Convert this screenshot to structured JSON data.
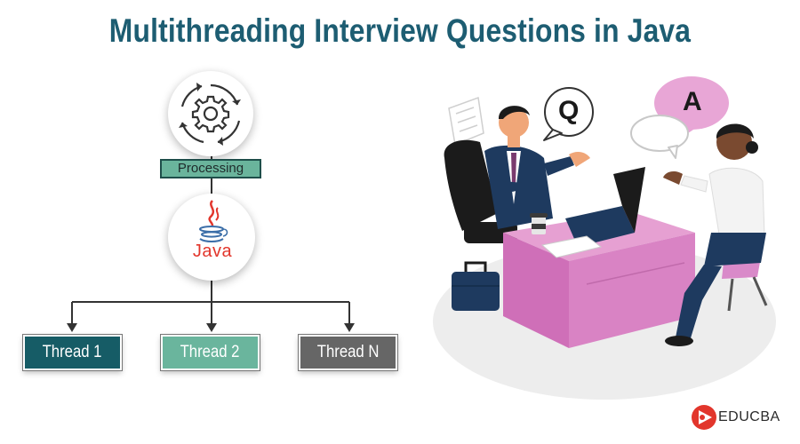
{
  "title": "Multithreading Interview Questions in Java",
  "diagram": {
    "processing_label": "Processing",
    "java_label": "Java",
    "threads": [
      {
        "label": "Thread 1",
        "color": "#165c66"
      },
      {
        "label": "Thread 2",
        "color": "#6ab59d"
      },
      {
        "label": "Thread N",
        "color": "#666666"
      }
    ]
  },
  "illustration": {
    "question_letter": "Q",
    "answer_letter": "A"
  },
  "brand": {
    "name": "EDUCBA",
    "logo_color": "#e2362c"
  },
  "colors": {
    "title": "#1d5d72",
    "processing": "#6ab49c",
    "desk": "#d67fc1",
    "answer_bubble": "#e8a6d6"
  }
}
